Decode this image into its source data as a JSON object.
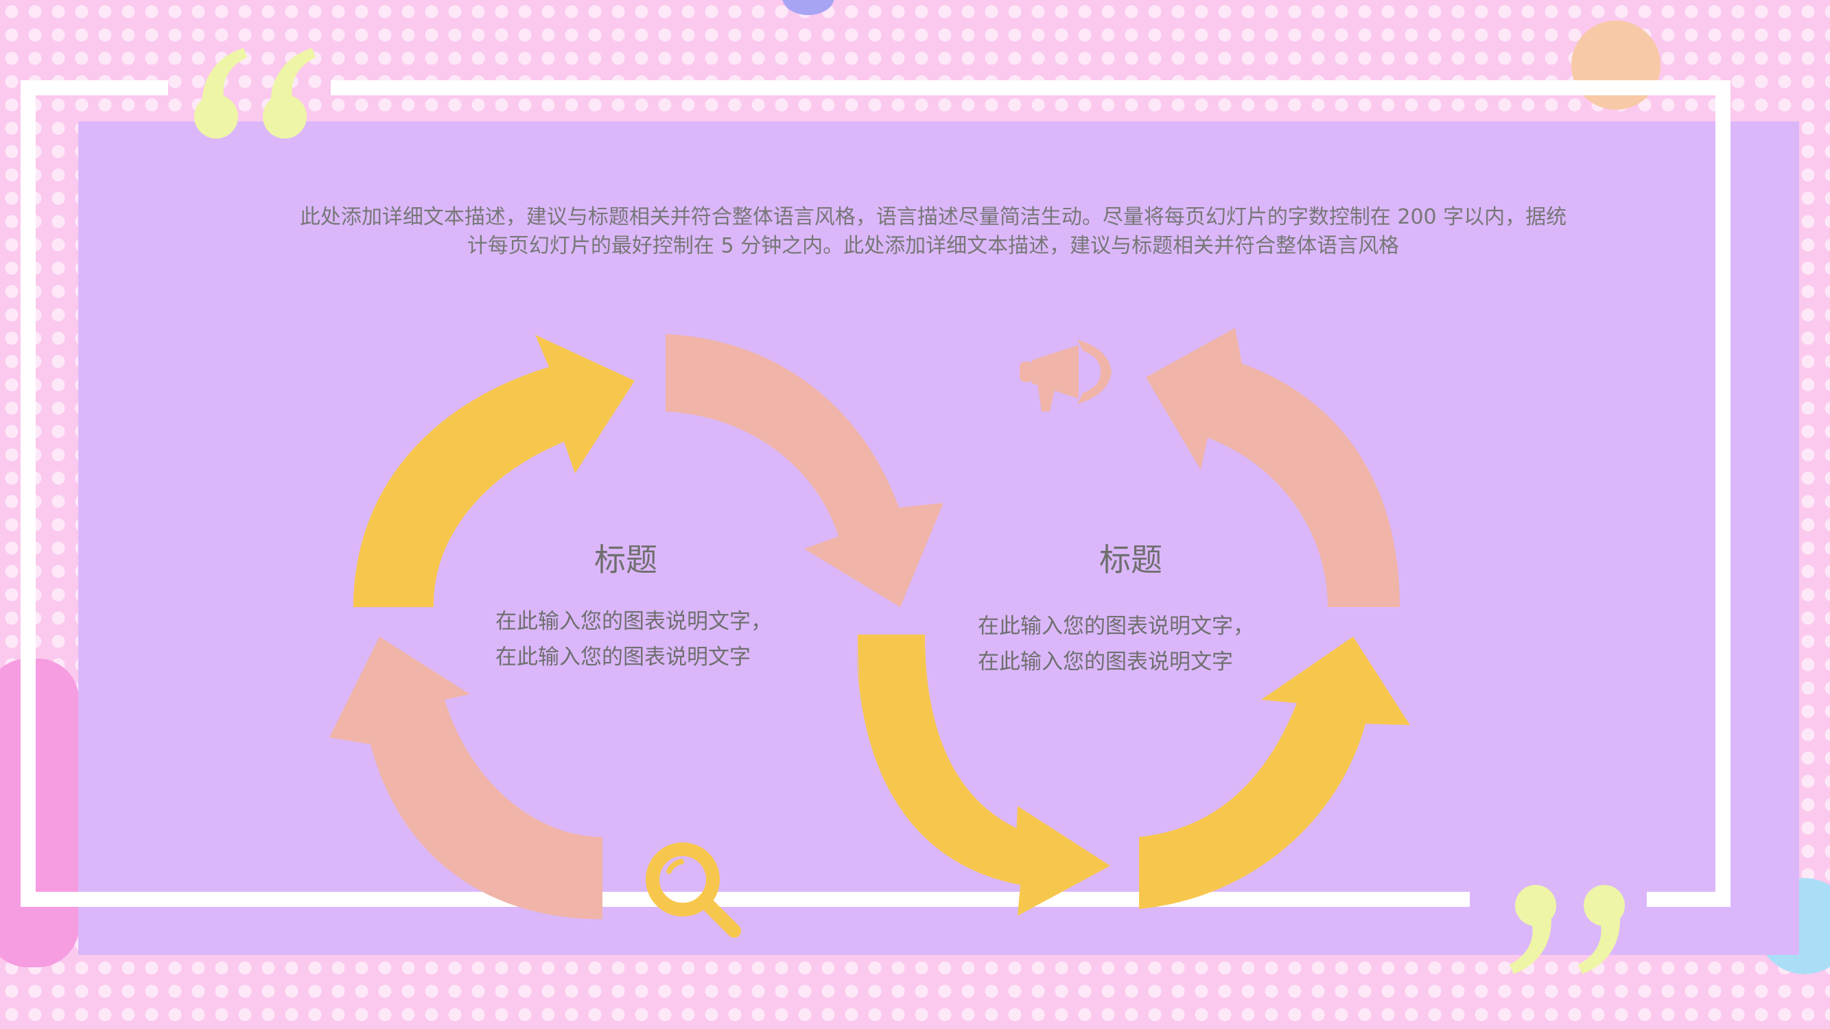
{
  "intro": {
    "line1": "此处添加详细文本描述，建议与标题相关并符合整体语言风格，语言描述尽量简洁生动。尽量将每页幻灯片的字数控制在 200 字以内，据统",
    "line2": "计每页幻灯片的最好控制在 5 分钟之内。此处添加详细文本描述，建议与标题相关并符合整体语言风格"
  },
  "left_cycle": {
    "title": "标题",
    "desc_line1": "在此输入您的图表说明文字，",
    "desc_line2": "在此输入您的图表说明文字"
  },
  "right_cycle": {
    "title": "标题",
    "desc_line1": "在此输入您的图表说明文字，",
    "desc_line2": "在此输入您的图表说明文字"
  },
  "icons": {
    "top": "megaphone-icon",
    "bottom": "magnifier-icon",
    "quote_open": "open-quote-icon",
    "quote_close": "close-quote-icon"
  },
  "colors": {
    "panel": "#dbb7fa",
    "arrow_yellow": "#f7c74d",
    "arrow_salmon": "#f0b4a8",
    "quote": "#eef5a6",
    "frame": "#ffffff"
  }
}
